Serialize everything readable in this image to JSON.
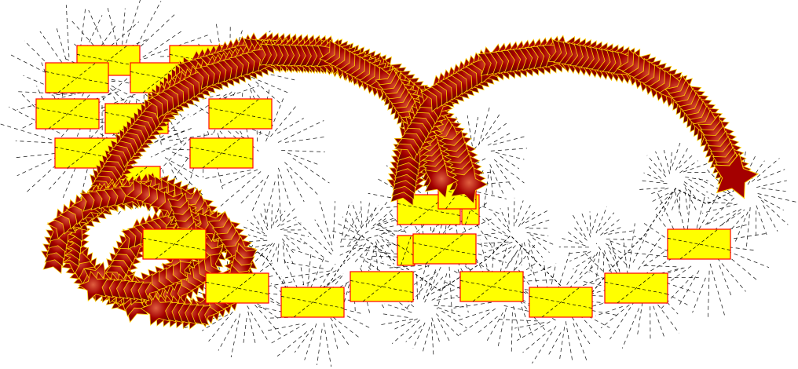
{
  "colors": {
    "background": "#ffffff",
    "box_fill": "#ffff00",
    "box_stroke": "#ff0000",
    "arrow_dark": "#6e0000",
    "arrow_mid": "#a40000",
    "arrow_light": "#e06040",
    "arrow_edge": "#ffd000",
    "dash": "#000000"
  },
  "scene": {
    "kind": "decorative-vector-art",
    "elements": [
      "dashed-line-fans",
      "yellow-rectangles",
      "star-chain-arrows"
    ]
  }
}
